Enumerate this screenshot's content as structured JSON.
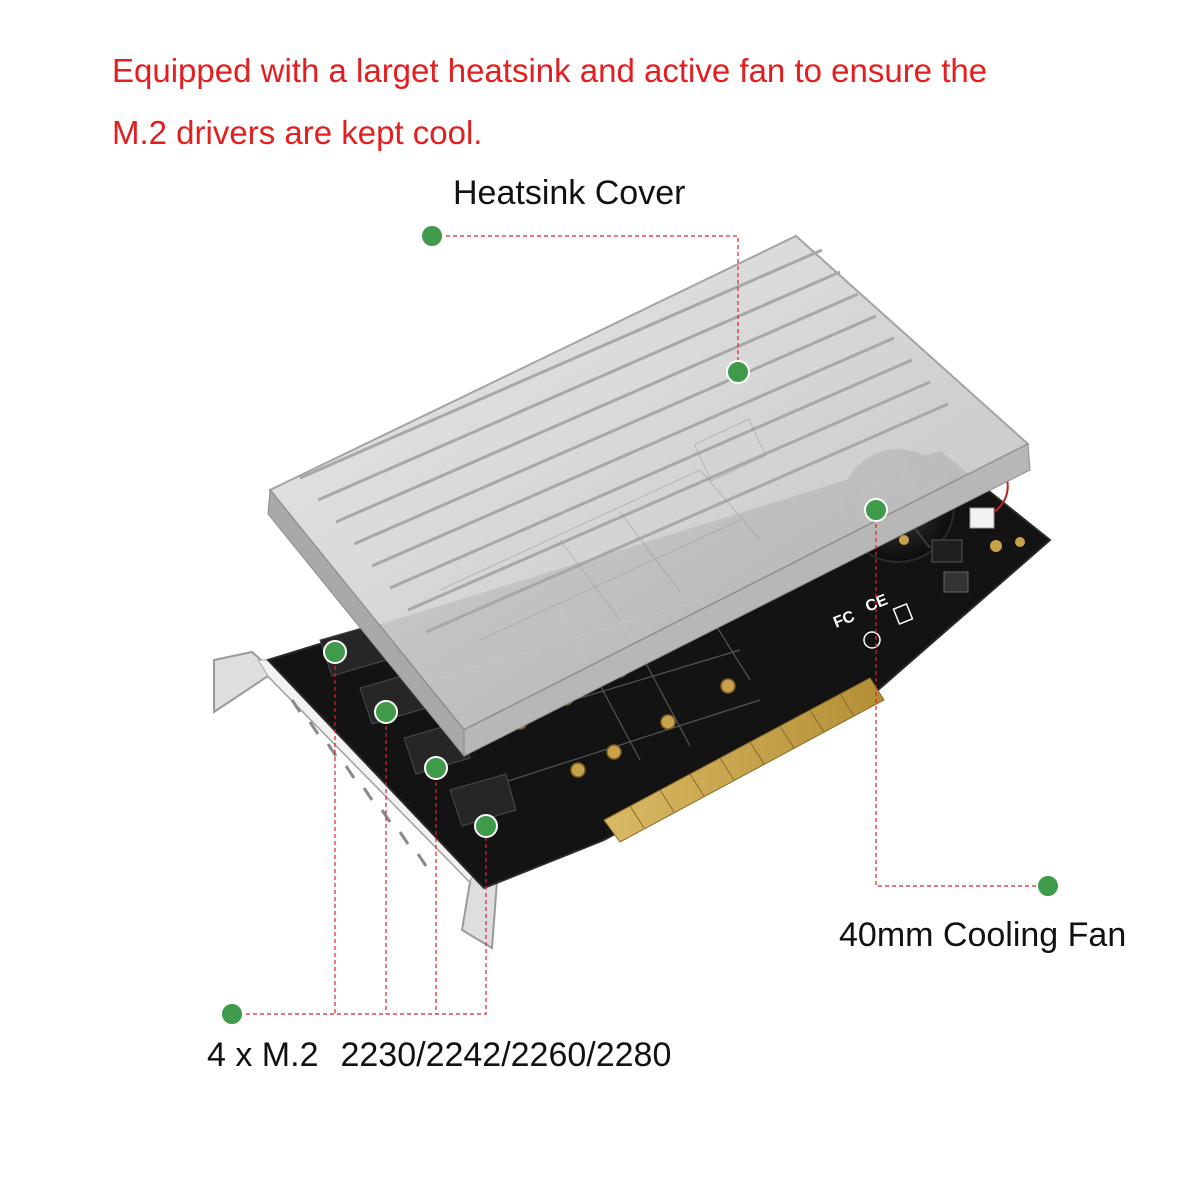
{
  "headline": {
    "line1": "Equipped with a larget heatsink and active fan to ensure the",
    "line2": "M.2 drivers are kept cool."
  },
  "callouts": {
    "heatsink": "Heatsink Cover",
    "fan": "40mm Cooling Fan",
    "m2_count": "4 x M.2",
    "m2_sizes": "2230/2242/2260/2280"
  },
  "board_marks": {
    "fc": "FC",
    "ce": "CE"
  },
  "colors": {
    "headline": "#e41e1e",
    "leader_line": "#d92525",
    "marker_fill": "#3f9a4a",
    "marker_stroke": "#ffffff",
    "pcb": "#111111",
    "heatsink": "#c9c9c9",
    "gold_finger": "#c8a24a",
    "bracket": "#d9d9d9"
  }
}
